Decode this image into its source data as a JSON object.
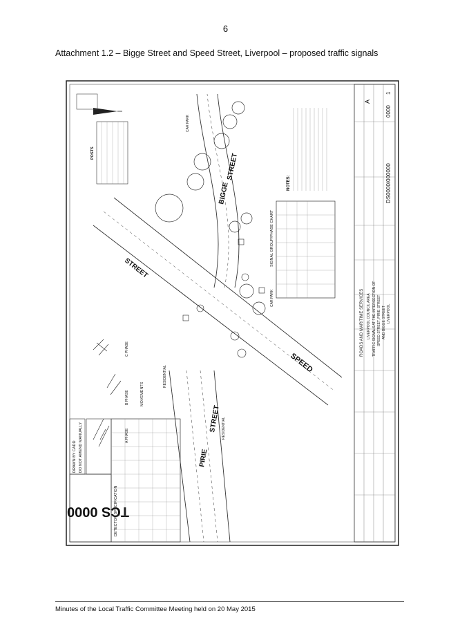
{
  "page": {
    "number": "6"
  },
  "heading": "Attachment 1.2 – Bigge Street and Speed Street, Liverpool – proposed traffic signals",
  "footer": "Minutes of the Local Traffic Committee Meeting held on 20 May 2015",
  "drawing": {
    "tcs_number": "TCS 0000",
    "cadd_line1": "DRAWN BY CADD",
    "cadd_line2": "DO NOT AMEND MANUALLY",
    "streets": {
      "pirie": "PIRIE",
      "street_label": "STREET",
      "bigge": "BIGGE",
      "speed": "SPEED"
    },
    "areas": {
      "car_park": "CAR PARK",
      "residential": "RESIDENTIAL",
      "movements": "MOVEMENTS",
      "a_phase": "A PHASE",
      "b_phase": "B PHASE",
      "c_phase": "C PHASE"
    },
    "tables": {
      "signal_chart": "SIGNAL GROUP/PHASE CHART",
      "detector_spec": "DETECTOR SPECIFICATION",
      "posts": "POSTS",
      "notes": "NOTES:"
    },
    "title_block": {
      "org": "ROADS AND MARITIME SERVICES",
      "council": "LIVERPOOL COUNCIL AREA",
      "desc1": "TRAFFIC SIGNALS AT THE INTERSECTION OF",
      "desc2": "SPEED STREET, PIRIE STREET",
      "desc3": "AND BIGGE STREET",
      "suburb": "LIVERPOOL",
      "drawing_no": "DS0000/000000",
      "sheet": "0000",
      "rev": "1",
      "size": "A"
    }
  }
}
